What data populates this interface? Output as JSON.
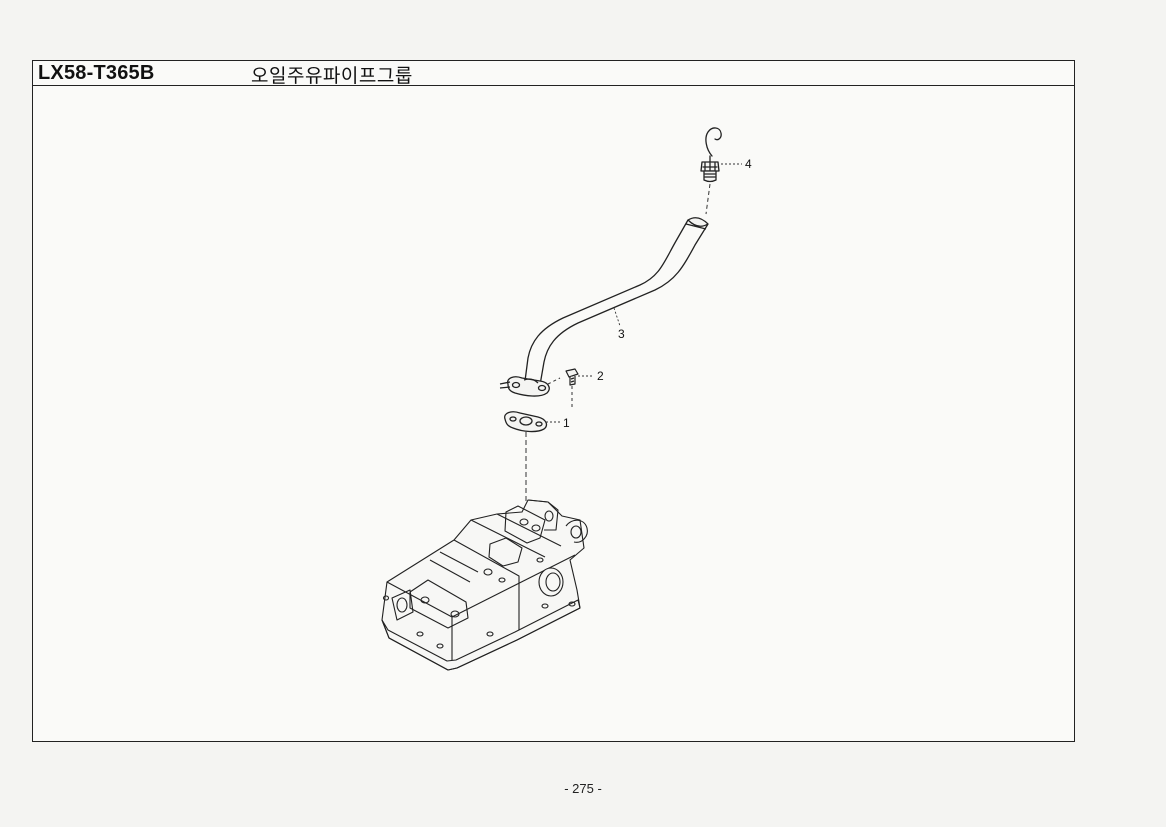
{
  "header": {
    "model_code": "LX58-T365B",
    "group_title": "오일주유파이프그룹"
  },
  "diagram": {
    "parts": [
      {
        "number": "1",
        "part": "gasket"
      },
      {
        "number": "2",
        "part": "bolt"
      },
      {
        "number": "3",
        "part": "oil-filler-pipe"
      },
      {
        "number": "4",
        "part": "filler-plug-dipstick"
      }
    ]
  },
  "footer": {
    "page_number": "- 275 -"
  }
}
